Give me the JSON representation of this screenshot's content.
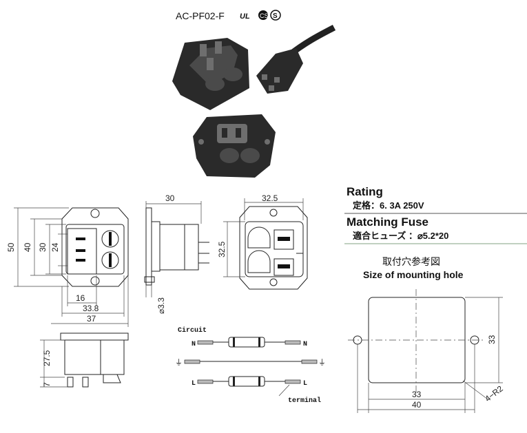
{
  "model": "AC-PF02-F",
  "cert_marks": [
    "UL",
    "CSA",
    "S"
  ],
  "rating": {
    "title": "Rating",
    "line": "定格：6. 3A  250V"
  },
  "fuse": {
    "title": "Matching Fuse",
    "line": "適合ヒューズ  ：⌀5.2*20"
  },
  "mounting": {
    "title_jp": "取付穴参考図",
    "title_en": "Size of mounting hole",
    "dims": [
      "33",
      "33",
      "40",
      "4−R2"
    ]
  },
  "front_view": {
    "dims": [
      "50",
      "40",
      "30",
      "24",
      "16",
      "33.8",
      "37"
    ]
  },
  "side_view": {
    "dims": [
      "30",
      "⌀3.3"
    ]
  },
  "rear_view": {
    "dims": [
      "32.5",
      "32.5"
    ]
  },
  "bottom_view": {
    "dims": [
      "27.5",
      "7"
    ]
  },
  "circuit": {
    "title": "Circuit",
    "labels": [
      "N",
      "N",
      "⏚",
      "⏚",
      "L",
      "L"
    ],
    "terminal": "terminal"
  }
}
